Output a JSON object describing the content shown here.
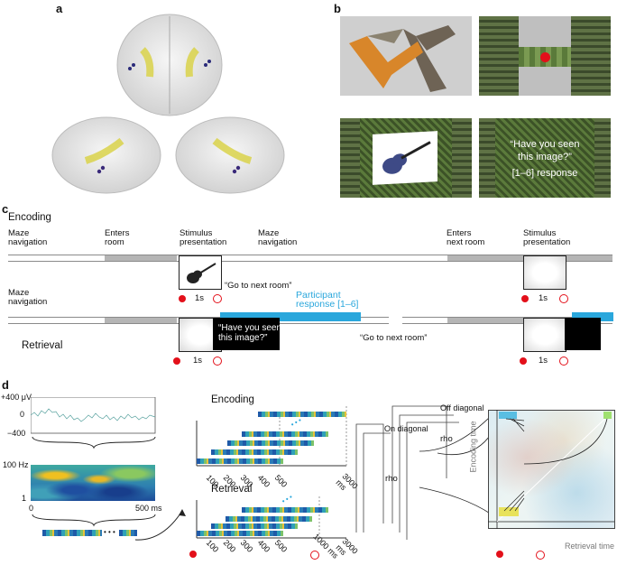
{
  "panels": {
    "a": "a",
    "b": "b",
    "c": "c",
    "d": "d"
  },
  "b": {
    "question_line1": "“Have you seen",
    "question_line2": "this image?”",
    "response": "[1–6] response"
  },
  "c": {
    "encoding_label": "Encoding",
    "retrieval_label": "Retrieval",
    "maze_navigation_1": "Maze\nnavigation",
    "enters_room": "Enters\nroom",
    "stimulus_presentation_1": "Stimulus\npresentation",
    "maze_navigation_2": "Maze\nnavigation",
    "enters_next_room": "Enters\nnext room",
    "stimulus_presentation_2": "Stimulus\npresentation",
    "go_next_room_1": "“Go to next room”",
    "maze_navigation_3": "Maze\nnavigation",
    "participant_response": "Participant\nresponse [1–6]",
    "have_you_seen": "“Have you seen\nthis image?”",
    "go_next_room_2": "“Go to next room”",
    "one_s": "1s",
    "colors": {
      "response": "#2aa7dc",
      "marker": "#e3101a"
    }
  },
  "d": {
    "y_top": "+400 μV",
    "y_zero": "0",
    "y_bottom": "−400",
    "freq_top": "100 Hz",
    "freq_bottom": "1",
    "time_start": "0",
    "time_end": "500 ms",
    "ellipsis": "• • •",
    "encoding_label": "Encoding",
    "retrieval_label": "Retrieval",
    "enc_ticks": [
      "100",
      "200",
      "300",
      "400",
      "500"
    ],
    "enc_end": "3000 ms",
    "ret_ticks": [
      "100",
      "200",
      "300",
      "400",
      "500"
    ],
    "ret_end_a": "1000 ms",
    "ret_end_b": "3000 ms",
    "on_diagonal": "On diagonal",
    "off_diagonal": "Off diagonal",
    "rho1": "rho",
    "rho2": "rho",
    "encoding_time": "Encoding time",
    "retrieval_time": "Retrieval time"
  }
}
